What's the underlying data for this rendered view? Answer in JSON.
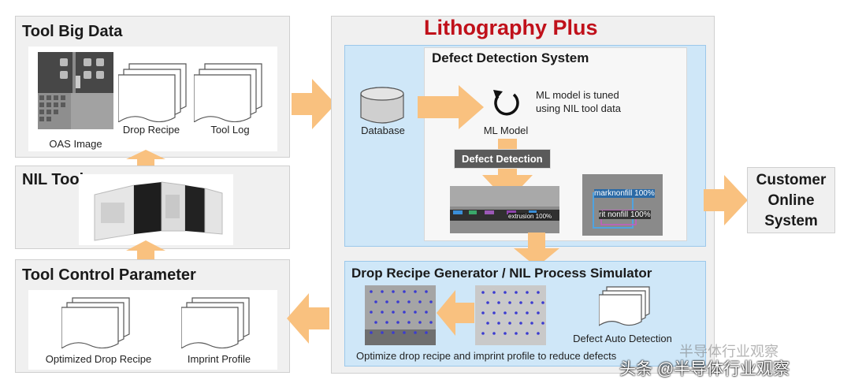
{
  "main_title": "Lithography Plus",
  "tool_big_data": {
    "title": "Tool Big Data",
    "labels": {
      "oas_image": "OAS Image",
      "drop_recipe": "Drop Recipe",
      "tool_log": "Tool Log"
    }
  },
  "nil_tool": {
    "title": "NIL Tool"
  },
  "tool_control": {
    "title": "Tool Control Parameter",
    "labels": {
      "optimized_drop_recipe": "Optimized Drop Recipe",
      "imprint_profile": "Imprint Profile"
    }
  },
  "defect_detection_system": {
    "title": "Defect Detection System",
    "database_label": "Database",
    "ml_model_label": "ML Model",
    "ml_note_line1": "ML model is tuned",
    "ml_note_line2": "using NIL tool data",
    "defect_detection_badge": "Defect Detection",
    "overlay_labels": {
      "marknonfill": "marknonfill 100%",
      "rit_nonfill": "rit nonfill 100%",
      "extrusion": "extrusion 100%"
    }
  },
  "drop_recipe_generator": {
    "title": "Drop Recipe Generator / NIL Process Simulator",
    "defect_auto_detection": "Defect Auto Detection",
    "optimize_note": "Optimize drop recipe and imprint profile to reduce defects"
  },
  "customer_system": {
    "line1": "Customer",
    "line2": "Online",
    "line3": "System"
  },
  "watermark": {
    "top": "半导体行业观察",
    "bottom": "头条 @半导体行业观察"
  },
  "colors": {
    "arrow": "#f9c17f",
    "title_red": "#c0101a",
    "blue_panel": "#cfe7f8",
    "panel_gray": "#f0f0f0"
  }
}
